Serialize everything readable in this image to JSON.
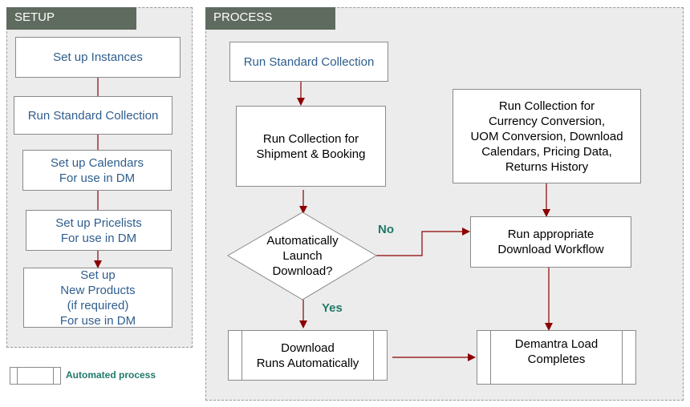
{
  "colors": {
    "arrow": "#8b0000",
    "tab": "#5f6b5f",
    "blue_text": "#2f5e8e",
    "accent_text": "#1f7a6a"
  },
  "setup": {
    "title": "SETUP",
    "steps": [
      "Set up Instances",
      "Run Standard Collection",
      "Set up Calendars\nFor use in DM",
      "Set up Pricelists\nFor use in DM",
      "Set up\nNew Products\n(if required)\nFor use in DM"
    ]
  },
  "process": {
    "title": "PROCESS",
    "run_standard": "Run Standard Collection",
    "run_shipment": "Run Collection for\nShipment & Booking",
    "run_currency": "Run Collection for\nCurrency Conversion,\nUOM Conversion, Download\nCalendars, Pricing Data,\nReturns History",
    "decision": "Automatically\nLaunch\nDownload?",
    "no_label": "No",
    "yes_label": "Yes",
    "run_workflow": "Run appropriate\nDownload Workflow",
    "download_auto": "Download\nRuns Automatically",
    "load_completes": "Demantra Load\nCompletes"
  },
  "legend": {
    "label": "Automated process"
  }
}
